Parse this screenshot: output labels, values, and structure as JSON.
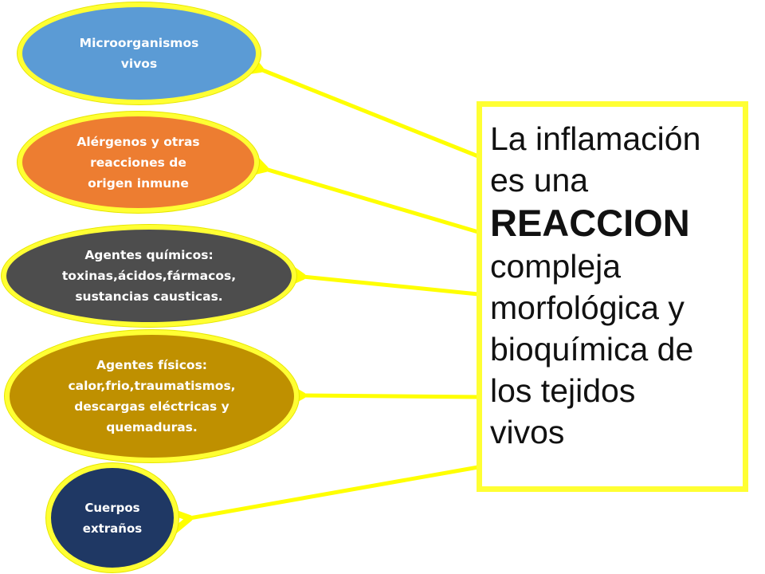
{
  "colors": {
    "border_yellow": "#ffff33",
    "arrow_yellow": "#ffff00"
  },
  "causes": [
    {
      "text": "Microorganismos\nvivos",
      "fill": "#5b9bd5",
      "text_color": "#ffffff"
    },
    {
      "text": "Alérgenos y otras\nreacciones de\norigen inmune",
      "fill": "#ed7d31",
      "text_color": "#ffffff"
    },
    {
      "text": "Agentes químicos:\ntoxinas,ácidos,fármacos,\nsustancias causticas.",
      "fill": "#4d4d4d",
      "text_color": "#ffffff"
    },
    {
      "text": "Agentes físicos:\ncalor,frio,traumatismos,\ndescargas eléctricas y\nquemaduras.",
      "fill": "#bf9000",
      "text_color": "#ffffff"
    },
    {
      "text": "Cuerpos\nextraños",
      "fill": "#1f3864",
      "text_color": "#ffffff"
    }
  ],
  "definition": {
    "line1": "La inflamación",
    "line2": "es una",
    "line3": "REACCION",
    "line4": "compleja",
    "line5": "morfológica y",
    "line6": "bioquímica de",
    "line7": "los tejidos",
    "line8": "vivos"
  }
}
